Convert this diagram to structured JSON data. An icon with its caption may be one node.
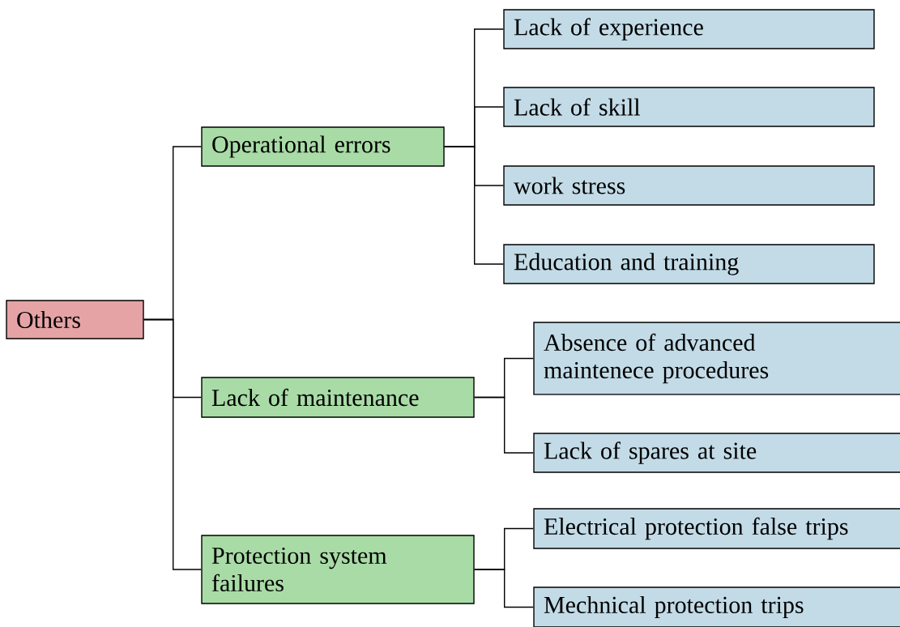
{
  "diagram": {
    "nodes": [
      {
        "text": [
          "Others"
        ]
      },
      {
        "text": [
          "Operational errors"
        ]
      },
      {
        "text": [
          "Lack of maintenance"
        ]
      },
      {
        "text": [
          "Protection system failures"
        ]
      },
      {
        "text": [
          "Lack of experience"
        ]
      },
      {
        "text": [
          "Lack of skill"
        ]
      },
      {
        "text": [
          "work stress"
        ]
      },
      {
        "text": [
          "Education and training"
        ]
      },
      {
        "text": [
          "Absence of advanced maintenece procedures"
        ]
      },
      {
        "text": [
          "Lack of spares at site"
        ]
      },
      {
        "text": [
          "Electrical protection false trips"
        ]
      },
      {
        "text": [
          "Mechnical protection trips"
        ]
      }
    ],
    "edges": [
      {
        "from": 0,
        "to": 1,
        "arrow": "none"
      },
      {
        "from": 0,
        "to": 2,
        "arrow": "none"
      },
      {
        "from": 0,
        "to": 3,
        "arrow": "none"
      },
      {
        "from": 1,
        "to": 4,
        "arrow": "none"
      },
      {
        "from": 1,
        "to": 5,
        "arrow": "none"
      },
      {
        "from": 1,
        "to": 6,
        "arrow": "none"
      },
      {
        "from": 1,
        "to": 7,
        "arrow": "none"
      },
      {
        "from": 2,
        "to": 8,
        "arrow": "none"
      },
      {
        "from": 2,
        "to": 9,
        "arrow": "none"
      },
      {
        "from": 3,
        "to": 10,
        "arrow": "none"
      },
      {
        "from": 3,
        "to": 11,
        "arrow": "none"
      }
    ]
  }
}
